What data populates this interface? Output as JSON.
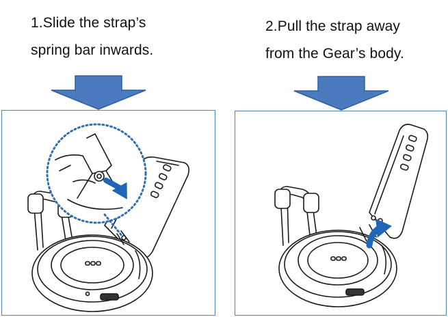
{
  "steps": [
    {
      "line1": "1.Slide the strap’s",
      "line2": "spring bar inwards.",
      "arrow_icon": "down-arrow-icon",
      "illustration": "watch-spring-bar-slide"
    },
    {
      "line1": "2.Pull the strap away",
      "line2": "from the Gear’s body.",
      "arrow_icon": "down-arrow-icon",
      "illustration": "watch-strap-pull"
    }
  ],
  "colors": {
    "arrow_fill": "#4a7bbf",
    "arrow_stroke": "#2f5f9e",
    "panel_border": "#4f83c0",
    "callout_dots": "#2f6fb5",
    "action_arrow": "#1f66b8"
  }
}
